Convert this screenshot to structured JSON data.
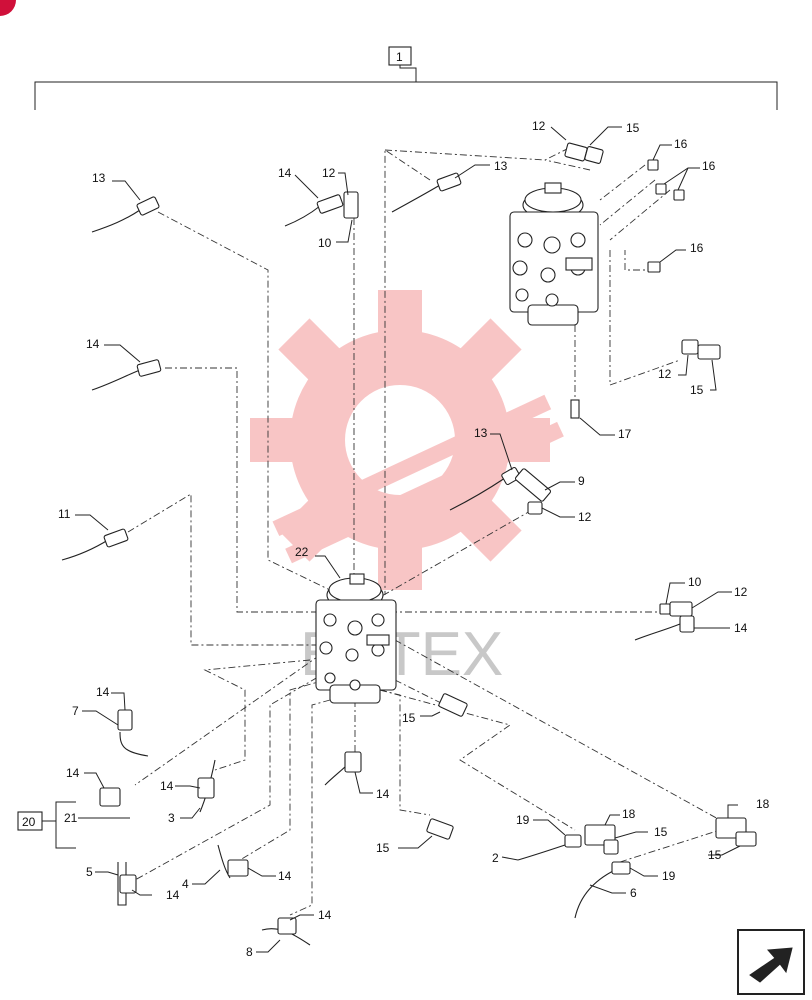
{
  "diagram": {
    "assembly_label": "1",
    "subassembly_label": "20",
    "watermark_text": "EPTEX",
    "accent_color": "#d0103a",
    "watermark_color": "#f08080",
    "callouts": [
      {
        "id": "c-13-tl",
        "text": "13"
      },
      {
        "id": "c-14-t",
        "text": "14"
      },
      {
        "id": "c-12-t",
        "text": "12"
      },
      {
        "id": "c-10-t",
        "text": "10"
      },
      {
        "id": "c-13-tc",
        "text": "13"
      },
      {
        "id": "c-12-tr",
        "text": "12"
      },
      {
        "id": "c-15-tr",
        "text": "15"
      },
      {
        "id": "c-16-a",
        "text": "16"
      },
      {
        "id": "c-16-b",
        "text": "16"
      },
      {
        "id": "c-16-c",
        "text": "16"
      },
      {
        "id": "c-14-l",
        "text": "14"
      },
      {
        "id": "c-12-r",
        "text": "12"
      },
      {
        "id": "c-15-r",
        "text": "15"
      },
      {
        "id": "c-17",
        "text": "17"
      },
      {
        "id": "c-13-m",
        "text": "13"
      },
      {
        "id": "c-9",
        "text": "9"
      },
      {
        "id": "c-12-m",
        "text": "12"
      },
      {
        "id": "c-11",
        "text": "11"
      },
      {
        "id": "c-22",
        "text": "22"
      },
      {
        "id": "c-10-r",
        "text": "10"
      },
      {
        "id": "c-12-rr",
        "text": "12"
      },
      {
        "id": "c-14-rr",
        "text": "14"
      },
      {
        "id": "c-14-bl1",
        "text": "14"
      },
      {
        "id": "c-7",
        "text": "7"
      },
      {
        "id": "c-15-m",
        "text": "15"
      },
      {
        "id": "c-14-bl2",
        "text": "14"
      },
      {
        "id": "c-14-bl3",
        "text": "14"
      },
      {
        "id": "c-3",
        "text": "3"
      },
      {
        "id": "c-14-bc",
        "text": "14"
      },
      {
        "id": "c-21",
        "text": "21"
      },
      {
        "id": "c-18-a",
        "text": "18"
      },
      {
        "id": "c-18-b",
        "text": "18"
      },
      {
        "id": "c-19-a",
        "text": "19"
      },
      {
        "id": "c-15-ba",
        "text": "15"
      },
      {
        "id": "c-15-bb",
        "text": "15"
      },
      {
        "id": "c-15-bc",
        "text": "15"
      },
      {
        "id": "c-2",
        "text": "2"
      },
      {
        "id": "c-19-b",
        "text": "19"
      },
      {
        "id": "c-6",
        "text": "6"
      },
      {
        "id": "c-5",
        "text": "5"
      },
      {
        "id": "c-14-b1",
        "text": "14"
      },
      {
        "id": "c-4",
        "text": "4"
      },
      {
        "id": "c-14-b2",
        "text": "14"
      },
      {
        "id": "c-14-b3",
        "text": "14"
      },
      {
        "id": "c-8",
        "text": "8"
      }
    ]
  }
}
